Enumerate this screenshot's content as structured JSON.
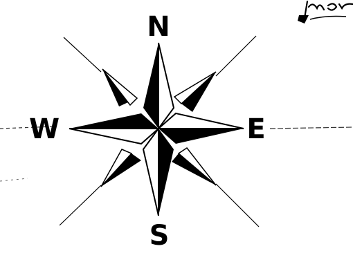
{
  "compass": {
    "north": "N",
    "south": "S",
    "east": "E",
    "west": "W"
  },
  "signature": {
    "text": "Mar"
  },
  "colors": {
    "ink": "#000000",
    "paper": "#ffffff"
  }
}
